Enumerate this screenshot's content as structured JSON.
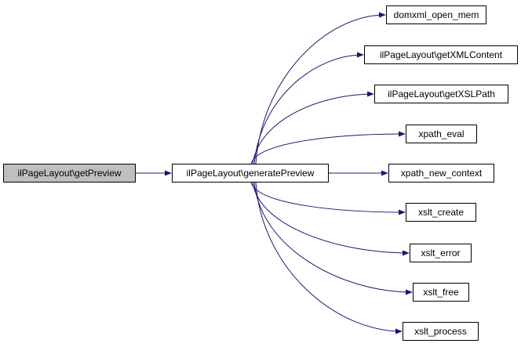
{
  "root": {
    "label": "ilPageLayout\\getPreview"
  },
  "center": {
    "label": "ilPageLayout\\generatePreview"
  },
  "callees": [
    {
      "label": "domxml_open_mem"
    },
    {
      "label": "ilPageLayout\\getXMLContent"
    },
    {
      "label": "ilPageLayout\\getXSLPath"
    },
    {
      "label": "xpath_eval"
    },
    {
      "label": "xpath_new_context"
    },
    {
      "label": "xslt_create"
    },
    {
      "label": "xslt_error"
    },
    {
      "label": "xslt_free"
    },
    {
      "label": "xslt_process"
    }
  ],
  "colors": {
    "edge": "#191970",
    "root_fill": "#bfbfbf",
    "node_fill": "#ffffff",
    "border": "#000000"
  }
}
